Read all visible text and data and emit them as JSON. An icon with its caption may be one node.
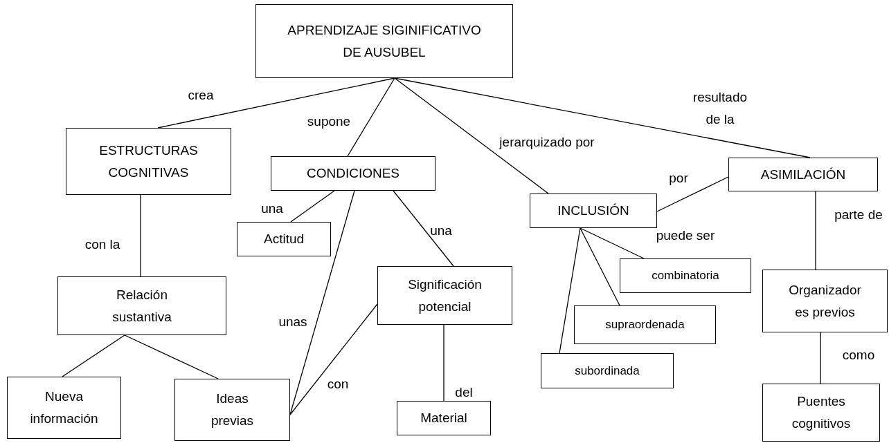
{
  "diagram": {
    "nodes": [
      {
        "text": [
          "APRENDIZAJE SIGINIFICATIVO DE AUSUBEL"
        ]
      },
      {
        "text": [
          "ESTRUCTURAS COGNITIVAS"
        ]
      },
      {
        "text": [
          "CONDICIONES"
        ]
      },
      {
        "text": [
          "INCLUSIÓN"
        ]
      },
      {
        "text": [
          "ASIMILACIÓN"
        ]
      },
      {
        "text": [
          "Actitud"
        ]
      },
      {
        "text": [
          "Relación sustantiva"
        ]
      },
      {
        "text": [
          "Significación potencial"
        ]
      },
      {
        "text": [
          "combinatoria"
        ]
      },
      {
        "text": [
          "supraordenada"
        ]
      },
      {
        "text": [
          "Organizador es previos"
        ]
      },
      {
        "text": [
          "subordinada"
        ]
      },
      {
        "text": [
          "Nueva información"
        ]
      },
      {
        "text": [
          "Ideas previas"
        ]
      },
      {
        "text": [
          "Material"
        ]
      },
      {
        "text": [
          "Puentes cognitivos"
        ]
      }
    ],
    "edges": [
      {
        "from": 0,
        "to": 1,
        "arrow": "none",
        "label": "crea"
      },
      {
        "from": 0,
        "to": 2,
        "arrow": "none",
        "label": "supone"
      },
      {
        "from": 0,
        "to": 3,
        "arrow": "none",
        "label": "jerarquizado por"
      },
      {
        "from": 0,
        "to": 4,
        "arrow": "none",
        "label": "resultado de la"
      },
      {
        "from": 1,
        "to": 6,
        "arrow": "none",
        "label": "con la"
      },
      {
        "from": 2,
        "to": 5,
        "arrow": "none",
        "label": "una"
      },
      {
        "from": 2,
        "to": 13,
        "arrow": "none",
        "label": "unas"
      },
      {
        "from": 2,
        "to": 7,
        "arrow": "none",
        "label": "una"
      },
      {
        "from": 7,
        "to": 13,
        "arrow": "none",
        "label": "con"
      },
      {
        "from": 7,
        "to": 14,
        "arrow": "none",
        "label": "del"
      },
      {
        "from": 3,
        "to": 4,
        "arrow": "none",
        "label": "por"
      },
      {
        "from": 3,
        "to": 8,
        "arrow": "none",
        "label": "puede ser"
      },
      {
        "from": 3,
        "to": 9,
        "arrow": "none"
      },
      {
        "from": 3,
        "to": 11,
        "arrow": "none"
      },
      {
        "from": 4,
        "to": 10,
        "arrow": "none",
        "label": "parte de"
      },
      {
        "from": 6,
        "to": 12,
        "arrow": "none"
      },
      {
        "from": 6,
        "to": 13,
        "arrow": "none"
      },
      {
        "from": 10,
        "to": 15,
        "arrow": "none",
        "label": "como"
      }
    ]
  }
}
